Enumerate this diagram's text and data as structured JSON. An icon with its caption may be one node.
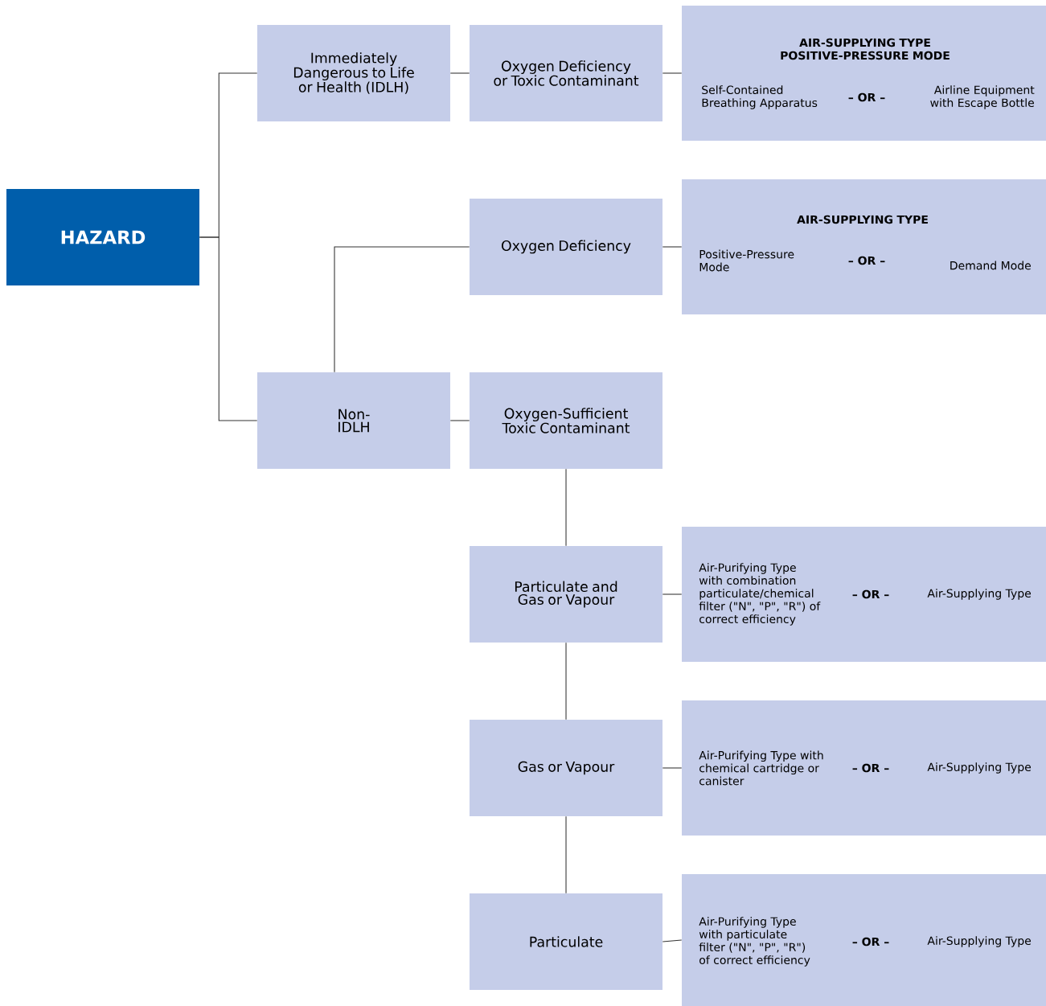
{
  "diagram": {
    "nodes": [
      {
        "text": [
          "HAZARD"
        ]
      },
      {
        "text": [
          "Immediately Dangerous to Life or Health (IDLH)"
        ]
      },
      {
        "text": [
          "Oxygen Deficiency or Toxic Contaminant"
        ]
      },
      {
        "text": [
          "AIR-SUPPLYING TYPE POSITIVE-PRESSURE MODE",
          "Self-Contained Breathing Apparatus",
          "– OR –",
          "Airline Equipment with Escape Bottle"
        ]
      },
      {
        "text": [
          "Oxygen Deficiency"
        ]
      },
      {
        "text": [
          "AIR-SUPPLYING TYPE",
          "Positive-Pressure Mode",
          "– OR –",
          "Demand Mode"
        ]
      },
      {
        "text": [
          "Non- IDLH"
        ]
      },
      {
        "text": [
          "Oxygen-Sufficient Toxic Contaminant"
        ]
      },
      {
        "text": [
          "Particulate and Gas or Vapour"
        ]
      },
      {
        "text": [
          "Air-Purifying Type with combination particulate/chemical filter (\"N\", \"P\", \"R\") of correct efficiency",
          "– OR –",
          "Air-Supplying Type"
        ]
      },
      {
        "text": [
          "Gas or Vapour"
        ]
      },
      {
        "text": [
          "Air-Purifying Type with chemical cartridge or canister",
          "– OR –",
          "Air-Supplying Type"
        ]
      },
      {
        "text": [
          "Particulate"
        ]
      },
      {
        "text": [
          "Air-Purifying Type with particulate filter (\"N\", \"P\", \"R\") of correct efficiency",
          "– OR –",
          "Air-Supplying Type"
        ]
      }
    ],
    "edges": [
      {
        "from": 0,
        "to": 1,
        "arrow": "none"
      },
      {
        "from": 0,
        "to": 6,
        "arrow": "none"
      },
      {
        "from": 1,
        "to": 2,
        "arrow": "none"
      },
      {
        "from": 2,
        "to": 3,
        "arrow": "none"
      },
      {
        "from": 6,
        "to": 4,
        "arrow": "none"
      },
      {
        "from": 6,
        "to": 7,
        "arrow": "none"
      },
      {
        "from": 4,
        "to": 5,
        "arrow": "none"
      },
      {
        "from": 7,
        "to": 8,
        "arrow": "none"
      },
      {
        "from": 8,
        "to": 9,
        "arrow": "none"
      },
      {
        "from": 8,
        "to": 10,
        "arrow": "none"
      },
      {
        "from": 10,
        "to": 11,
        "arrow": "none"
      },
      {
        "from": 10,
        "to": 12,
        "arrow": "none"
      },
      {
        "from": 12,
        "to": 13,
        "arrow": "none"
      }
    ]
  }
}
